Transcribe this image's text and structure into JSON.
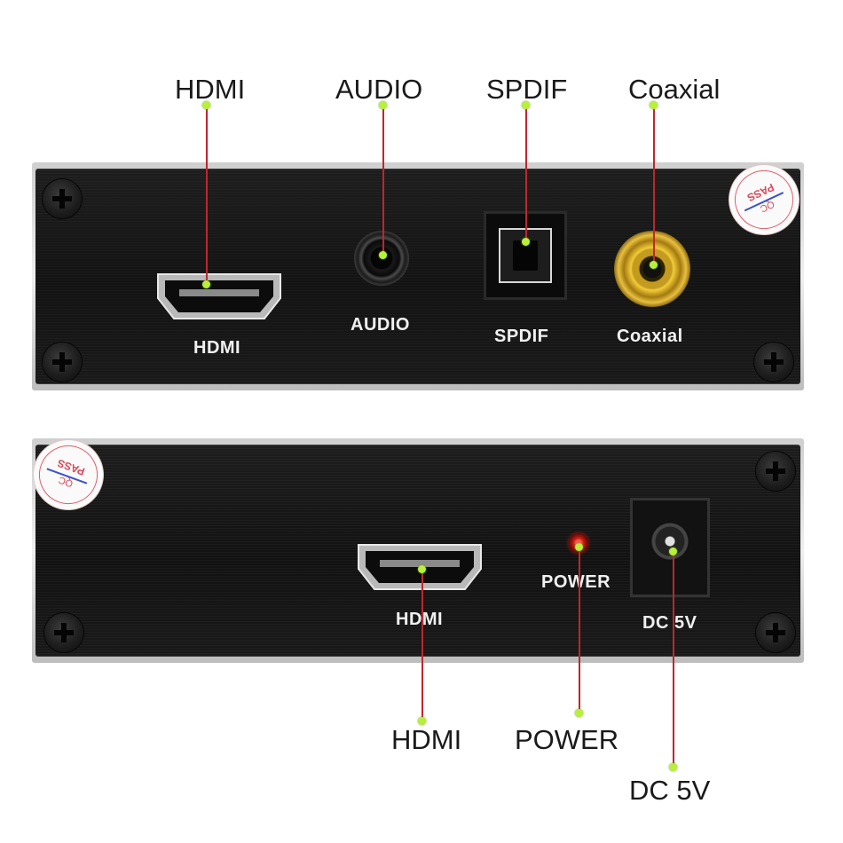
{
  "callouts": {
    "hdmi_top": "HDMI",
    "audio_top": "AUDIO",
    "spdif_top": "SPDIF",
    "coaxial_top": "Coaxial",
    "hdmi_bottom": "HDMI",
    "power_bottom": "POWER",
    "dc_bottom": "DC 5V"
  },
  "panel_top": {
    "hdmi_label": "HDMI",
    "audio_label": "AUDIO",
    "spdif_label": "SPDIF",
    "coaxial_label": "Coaxial",
    "sticker_line1": "QC",
    "sticker_line2": "PASS"
  },
  "panel_bottom": {
    "hdmi_label": "HDMI",
    "power_label": "POWER",
    "dc_label": "DC 5V",
    "sticker_line1": "QC",
    "sticker_line2": "PASS"
  },
  "colors": {
    "callout_line": "#c0262b",
    "callout_dot": "#b7f03a",
    "panel": "#151515",
    "label_on_panel": "#f1f1f1",
    "coax_gold": "#e8c040",
    "led": "#c01a12"
  }
}
